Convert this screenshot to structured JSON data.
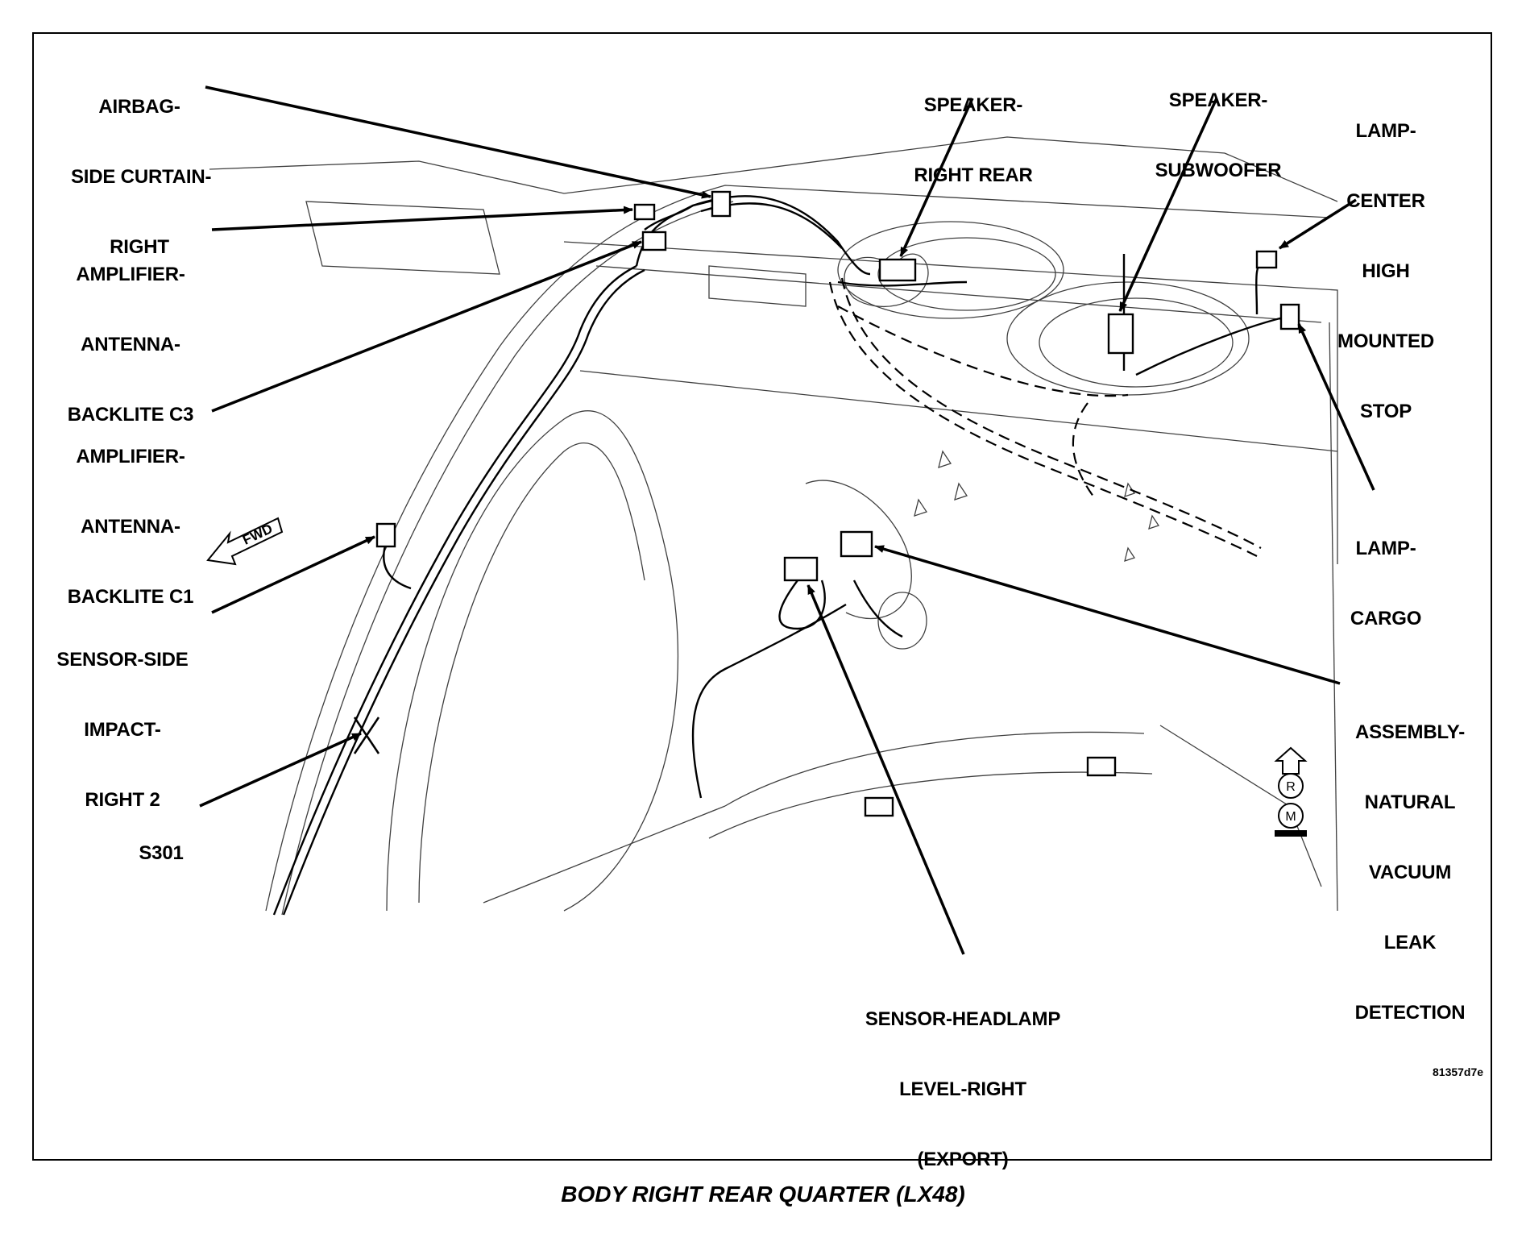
{
  "labels": {
    "airbag": [
      "AIRBAG-",
      "SIDE CURTAIN-",
      "RIGHT"
    ],
    "amp_c3": [
      "AMPLIFIER-",
      "ANTENNA-",
      "BACKLITE C3"
    ],
    "amp_c1": [
      "AMPLIFIER-",
      "ANTENNA-",
      "BACKLITE C1"
    ],
    "sensor_side": [
      "SENSOR-SIDE",
      "IMPACT-",
      "RIGHT 2"
    ],
    "s301": [
      "S301"
    ],
    "speaker_rr": [
      "SPEAKER-",
      "RIGHT REAR"
    ],
    "speaker_sub": [
      "SPEAKER-",
      "SUBWOOFER"
    ],
    "lamp_chms": [
      "LAMP-",
      "CENTER",
      "HIGH",
      "MOUNTED",
      "STOP"
    ],
    "lamp_cargo": [
      "LAMP-",
      "CARGO"
    ],
    "nvld": [
      "ASSEMBLY-",
      "NATURAL",
      "VACUUM",
      "LEAK",
      "DETECTION"
    ],
    "headlamp_sensor": [
      "SENSOR-HEADLAMP",
      "LEVEL-RIGHT",
      "(EXPORT)"
    ]
  },
  "fwd_marker": "FWD",
  "rm_marker": [
    "R",
    "M"
  ],
  "figure_code": "81357d7e",
  "caption": "BODY RIGHT REAR QUARTER (LX48)"
}
